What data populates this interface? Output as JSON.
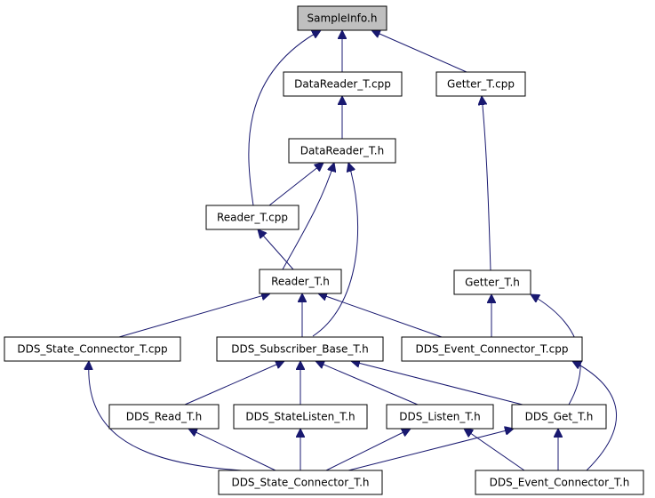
{
  "diagram": {
    "nodes": {
      "sampleinfo_h": "SampleInfo.h",
      "datareader_t_cpp": "DataReader_T.cpp",
      "getter_t_cpp": "Getter_T.cpp",
      "datareader_t_h": "DataReader_T.h",
      "reader_t_cpp": "Reader_T.cpp",
      "reader_t_h": "Reader_T.h",
      "getter_t_h": "Getter_T.h",
      "dds_state_connector_t_cpp": "DDS_State_Connector_T.cpp",
      "dds_subscriber_base_t_h": "DDS_Subscriber_Base_T.h",
      "dds_event_connector_t_cpp": "DDS_Event_Connector_T.cpp",
      "dds_read_t_h": "DDS_Read_T.h",
      "dds_statelisten_t_h": "DDS_StateListen_T.h",
      "dds_listen_t_h": "DDS_Listen_T.h",
      "dds_get_t_h": "DDS_Get_T.h",
      "dds_state_connector_t_h": "DDS_State_Connector_T.h",
      "dds_event_connector_t_h": "DDS_Event_Connector_T.h"
    }
  }
}
